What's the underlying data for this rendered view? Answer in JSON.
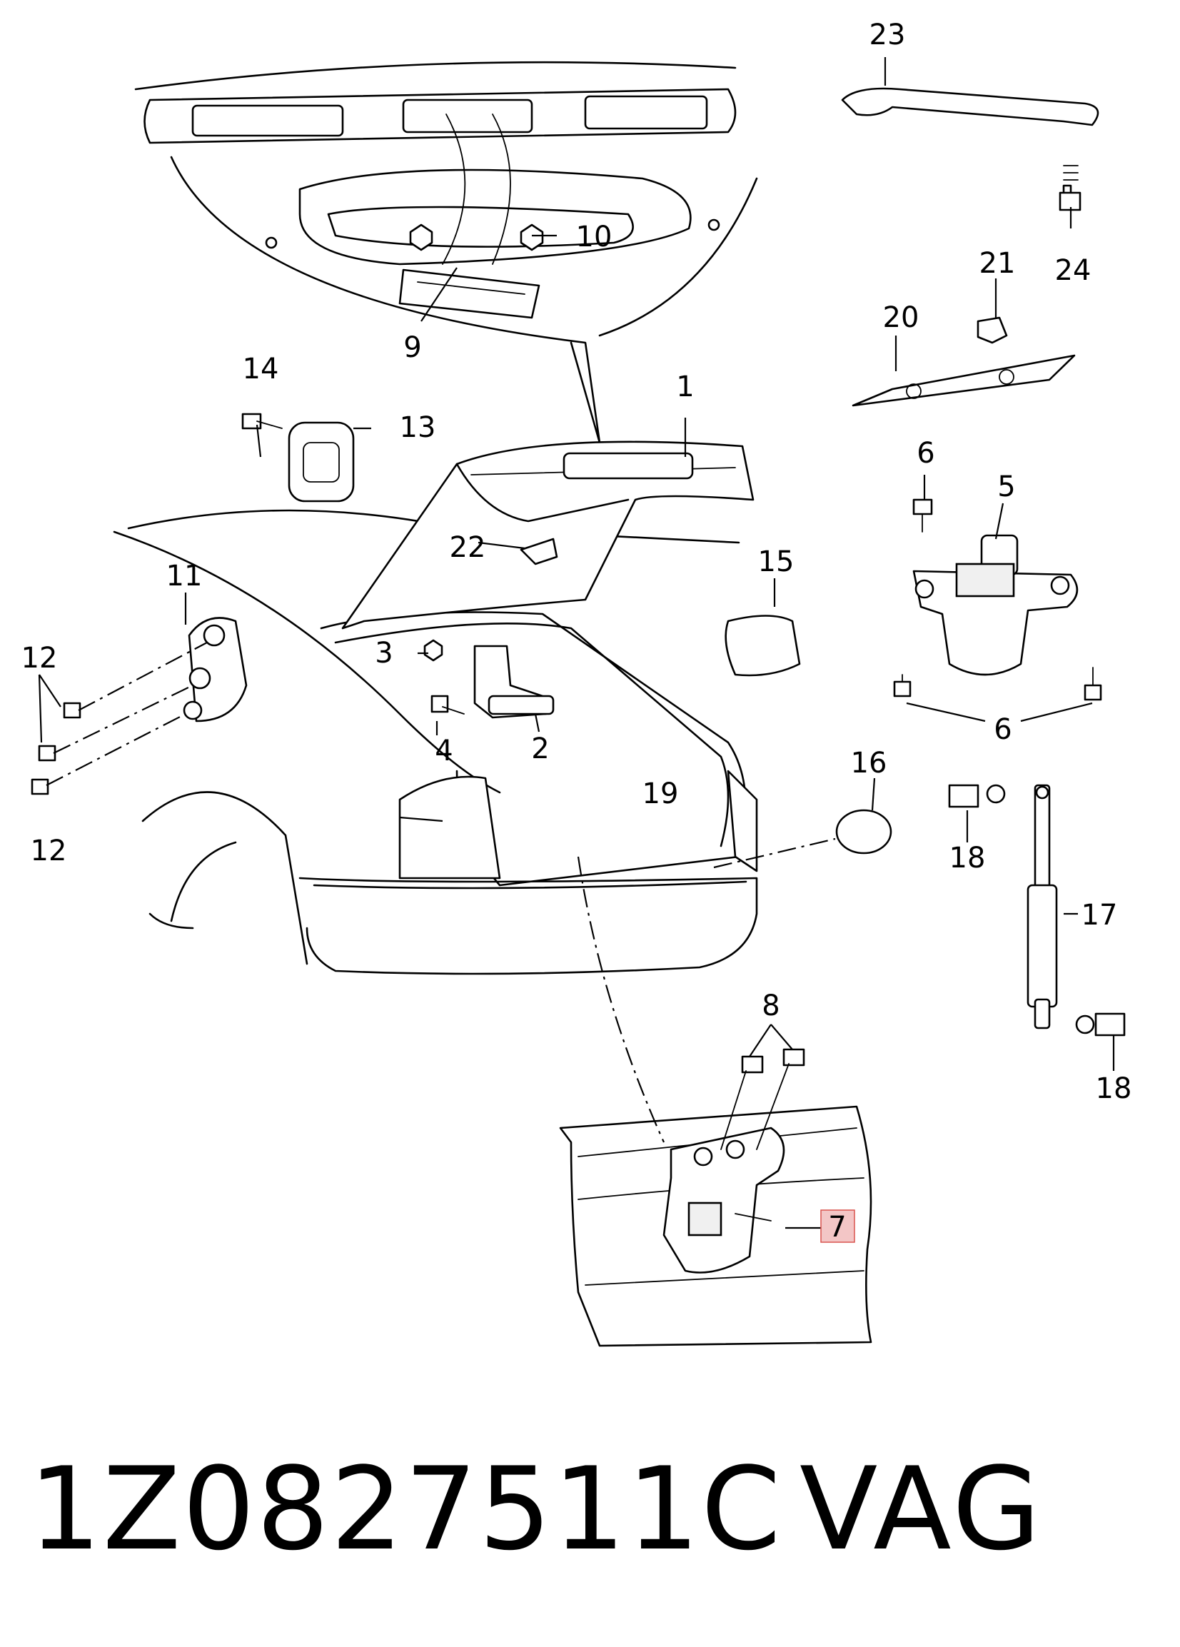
{
  "diagram": {
    "part_labels": {
      "p1": "1",
      "p2": "2",
      "p3": "3",
      "p4": "4",
      "p5": "5",
      "p6a": "6",
      "p6b": "6",
      "p7": "7",
      "p8": "8",
      "p9": "9",
      "p10": "10",
      "p11": "11",
      "p12a": "12",
      "p12b": "12",
      "p13": "13",
      "p14": "14",
      "p15": "15",
      "p16": "16",
      "p17": "17",
      "p18a": "18",
      "p18b": "18",
      "p19": "19",
      "p20": "20",
      "p21": "21",
      "p22": "22",
      "p23": "23",
      "p24": "24"
    },
    "highlighted_part": "7",
    "highlight_color": "#f3c6c6"
  },
  "footer": {
    "part_number": "1Z0827511C",
    "brand": "VAG"
  }
}
